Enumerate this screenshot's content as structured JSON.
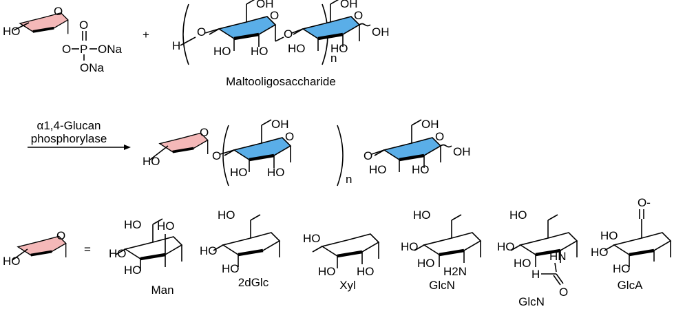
{
  "colors": {
    "donor_ring": "#f4b8b8",
    "glucose_ring": "#5aaee8"
  },
  "reaction": {
    "donor": {
      "ho": "HO",
      "ring_o": "O",
      "o": "O",
      "p": "P",
      "p_o": "O",
      "ona1": "ONa",
      "ona2": "ONa"
    },
    "plus": "+",
    "acceptor": {
      "h": "H",
      "o": "O",
      "oh": "OH",
      "ho": "HO",
      "n": "n",
      "anomeric_oh": "OH",
      "name": "Maltooligosaccharide"
    },
    "enzyme": [
      "α1,4-Glucan",
      "phosphorylase"
    ],
    "product": {
      "ho": "HO",
      "o": "O",
      "oh": "OH",
      "n": "n"
    },
    "equals": "=",
    "sugars": [
      {
        "name": "Man",
        "labels": [
          "HO",
          "HO",
          "HO",
          "HO"
        ]
      },
      {
        "name": "2dGlc",
        "labels": [
          "HO",
          "HO",
          "HO"
        ]
      },
      {
        "name": "Xyl",
        "labels": [
          "HO",
          "HO",
          "HO"
        ]
      },
      {
        "name": "GlcN",
        "labels": [
          "HO",
          "HO",
          "HO",
          "H2N"
        ]
      },
      {
        "name": "GlcN",
        "labels": [
          "HO",
          "HO",
          "HO",
          "HN",
          "H",
          "O"
        ]
      },
      {
        "name": "GlcA",
        "labels": [
          "O-",
          "HO",
          "HO",
          "HO"
        ]
      }
    ]
  }
}
